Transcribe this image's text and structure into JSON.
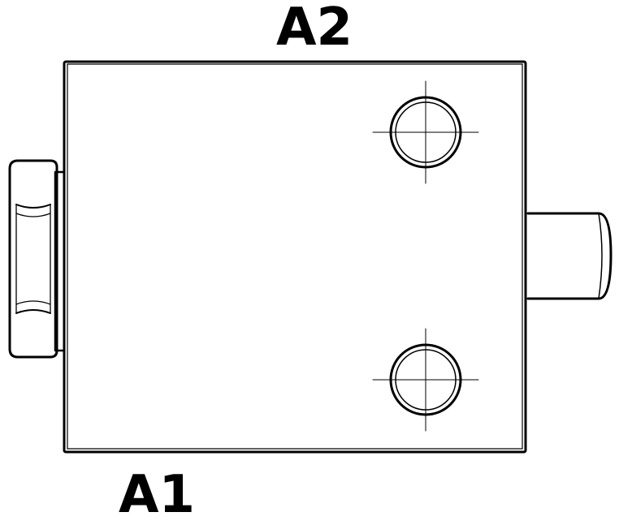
{
  "labels": {
    "top_port": "A2",
    "bottom_port": "A1"
  },
  "colors": {
    "line": "#000000",
    "background": "#ffffff"
  },
  "parts": {
    "body": "valve-block",
    "left_fitting": "hex-nut",
    "right_fitting": "cylindrical-plug",
    "holes": [
      "upper-mounting-hole",
      "lower-mounting-hole"
    ]
  }
}
